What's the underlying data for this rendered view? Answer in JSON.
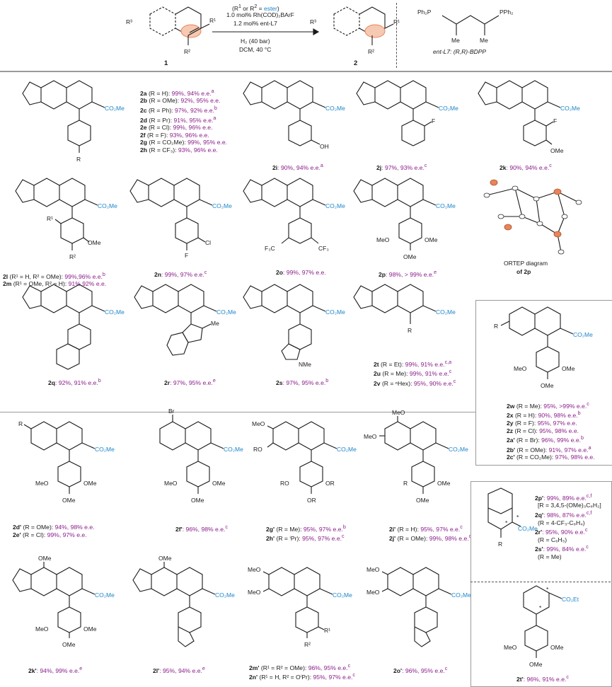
{
  "scheme": {
    "condition_top": "(R¹ or R² = ester)",
    "ester_word": "ester",
    "catalyst": "1.0 mol% Rh(COD)₂BArF",
    "ligand": "1.2 mol% ent-L7",
    "pressure": "H₂ (40 bar)",
    "solvent_temp": "DCM, 40 °C",
    "reactant_label": "1",
    "product_label": "2",
    "ligand_name": "ent-L7: (R,R)-BDPP",
    "ligand_top": "Ph₂P",
    "ligand_top2": "PPh₂",
    "me1": "Me",
    "me2": "Me",
    "r3": "R³",
    "r1": "R¹",
    "r2": "R²"
  },
  "common": {
    "co2me": "CO₂Me",
    "co2et": "CO₂Et",
    "ome": "OMe",
    "meo": "MeO",
    "r": "R",
    "ro": "RO",
    "or": "OR",
    "f": "F",
    "cl": "Cl",
    "oh": "OH",
    "br": "Br",
    "cf3": "CF₃",
    "f3c": "F₃C",
    "me": "Me",
    "nme": "NMe",
    "r1": "R¹",
    "r2": "R²",
    "star": "*"
  },
  "ortep": {
    "line1": "ORTEP diagram",
    "line2": "of 2p"
  },
  "entries_2ah": [
    {
      "label": "2a",
      "cond": " (R = H): ",
      "result": "99%, 94% e.e.",
      "sup": "a"
    },
    {
      "label": "2b",
      "cond": " (R = OMe): ",
      "result": "92%, 95% e.e.",
      "sup": ""
    },
    {
      "label": "2c",
      "cond": " (R = Ph): ",
      "result": "97%, 92% e.e.",
      "sup": "b"
    },
    {
      "label": "2d",
      "cond": " (R = Pr): ",
      "result": "91%, 95% e.e.",
      "sup": "a"
    },
    {
      "label": "2e",
      "cond": " (R = Cl): ",
      "result": "99%, 96% e.e.",
      "sup": ""
    },
    {
      "label": "2f",
      "cond": " (R = F): ",
      "result": "93%, 96% e.e.",
      "sup": ""
    },
    {
      "label": "2g",
      "cond": " (R = CO₂Me): ",
      "result": "99%, 95% e.e.",
      "sup": ""
    },
    {
      "label": "2h",
      "cond": " (R = CF₃): ",
      "result": "93%, 96% e.e.",
      "sup": ""
    }
  ],
  "single": {
    "2i": {
      "label": "2i",
      "result": ": 90%, 94% e.e.",
      "sup": "a"
    },
    "2j": {
      "label": "2j",
      "result": ": 97%, 93% e.e.",
      "sup": "c"
    },
    "2k": {
      "label": "2k",
      "result": ": 90%, 94% e.e.",
      "sup": "c"
    },
    "2n": {
      "label": "2n",
      "result": ": 99%, 97% e.e.",
      "sup": "c"
    },
    "2o": {
      "label": "2o",
      "result": ": 99%, 97% e.e.",
      "sup": ""
    },
    "2p": {
      "label": "2p",
      "result": ": 98%, > 99% e.e.",
      "sup": "e"
    },
    "2q": {
      "label": "2q",
      "result": ": 92%, 91% e.e.",
      "sup": "b"
    },
    "2r": {
      "label": "2r",
      "result": ": 97%, 95% e.e.",
      "sup": "e"
    },
    "2s": {
      "label": "2s",
      "result": ": 97%, 95% e.e.",
      "sup": "b"
    },
    "2f2": {
      "label": "2f'",
      "result": ": 96%, 98% e.e.",
      "sup": "c"
    },
    "2k2": {
      "label": "2k'",
      "result": ": 94%, 99% e.e.",
      "sup": "e"
    },
    "2l2": {
      "label": "2l'",
      "result": ": 95%, 94% e.e.",
      "sup": "e"
    },
    "2o2": {
      "label": "2o'",
      "result": ": 96%, 95% e.e.",
      "sup": "c"
    },
    "2t2": {
      "label": "2t'",
      "result": ": 96%, 91% e.e.",
      "sup": "c"
    }
  },
  "entries_2lm": [
    {
      "label": "2l",
      "cond": " (R¹ = H, R² = OMe): ",
      "result": "99%,96% e.e.",
      "sup": "b"
    },
    {
      "label": "2m",
      "cond": " (R¹ = OMe, R² = H): ",
      "result": "91%,92% e.e.",
      "sup": ""
    }
  ],
  "entries_2tv": [
    {
      "label": "2t",
      "cond": " (R = Et): ",
      "result": "99%, 91% e.e.",
      "sup": "c,a"
    },
    {
      "label": "2u",
      "cond": " (R = Me): ",
      "result": "99%, 91% e.e.",
      "sup": "c"
    },
    {
      "label": "2v",
      "cond": " (R = ⁿHex): ",
      "result": "95%, 90% e.e.",
      "sup": "c"
    }
  ],
  "entries_2w": [
    {
      "label": "2w",
      "cond": " (R = Me): ",
      "result": "95%, >99% e.e.",
      "sup": "c"
    },
    {
      "label": "2x",
      "cond": " (R = H): ",
      "result": "90%, 98% e.e.",
      "sup": "b"
    },
    {
      "label": "2y",
      "cond": " (R = F): ",
      "result": "95%, 97% e.e.",
      "sup": ""
    },
    {
      "label": "2z",
      "cond": " (R = Cl): ",
      "result": "95%, 98% e.e.",
      "sup": ""
    },
    {
      "label": "2a'",
      "cond": " (R = Br): ",
      "result": "96%, 99% e.e.",
      "sup": "b"
    },
    {
      "label": "2b'",
      "cond": " (R = OMe): ",
      "result": "91%, 97% e.e.",
      "sup": "a"
    },
    {
      "label": "2c'",
      "cond": " (R = CO₂Me): ",
      "result": "97%, 98% e.e.",
      "sup": ""
    }
  ],
  "entries_2de": [
    {
      "label": "2d'",
      "cond": " (R = OMe): ",
      "result": "94%, 98% e.e.",
      "sup": ""
    },
    {
      "label": "2e'",
      "cond": " (R = Cl): ",
      "result": "99%, 97% e.e.",
      "sup": ""
    }
  ],
  "entries_2gh": [
    {
      "label": "2g'",
      "cond": " (R = Me): ",
      "result": "95%, 97% e.e.",
      "sup": "b"
    },
    {
      "label": "2h'",
      "cond": " (R = ⁱPr): ",
      "result": "95%, 97% e.e.",
      "sup": "c"
    }
  ],
  "entries_2ij": [
    {
      "label": "2i'",
      "cond": " (R = H): ",
      "result": "95%, 97% e.e.",
      "sup": "c"
    },
    {
      "label": "2j'",
      "cond": " (R = OMe): ",
      "result": "99%, 98% e.e.",
      "sup": "c"
    }
  ],
  "entries_2mn": [
    {
      "label": "2m'",
      "cond": " (R¹ = R² = OMe): ",
      "result": "96%, 95% e.e.",
      "sup": "c"
    },
    {
      "label": "2n'",
      "cond": " (R¹ = H, R² = OⁱPr): ",
      "result": "95%, 97% e.e.",
      "sup": "c"
    }
  ],
  "entries_2ps": [
    {
      "label": "2p'",
      "result": ": 99%, 89% e.e.",
      "sup": "c,f",
      "sub": "[R = 3,4,5-(OMe)₃C₆H₂]"
    },
    {
      "label": "2q'",
      "result": ": 98%, 87% e.e.",
      "sup": "c,f",
      "sub": "(R = 4-CF₃-C₆H₄)"
    },
    {
      "label": "2r'",
      "result": ": 95%, 90% e.e.",
      "sup": "c",
      "sub": "(R = C₆H₅)"
    },
    {
      "label": "2s'",
      "result": ": 99%, 84% e.e.",
      "sup": "c",
      "sub": "(R = Me)"
    }
  ]
}
